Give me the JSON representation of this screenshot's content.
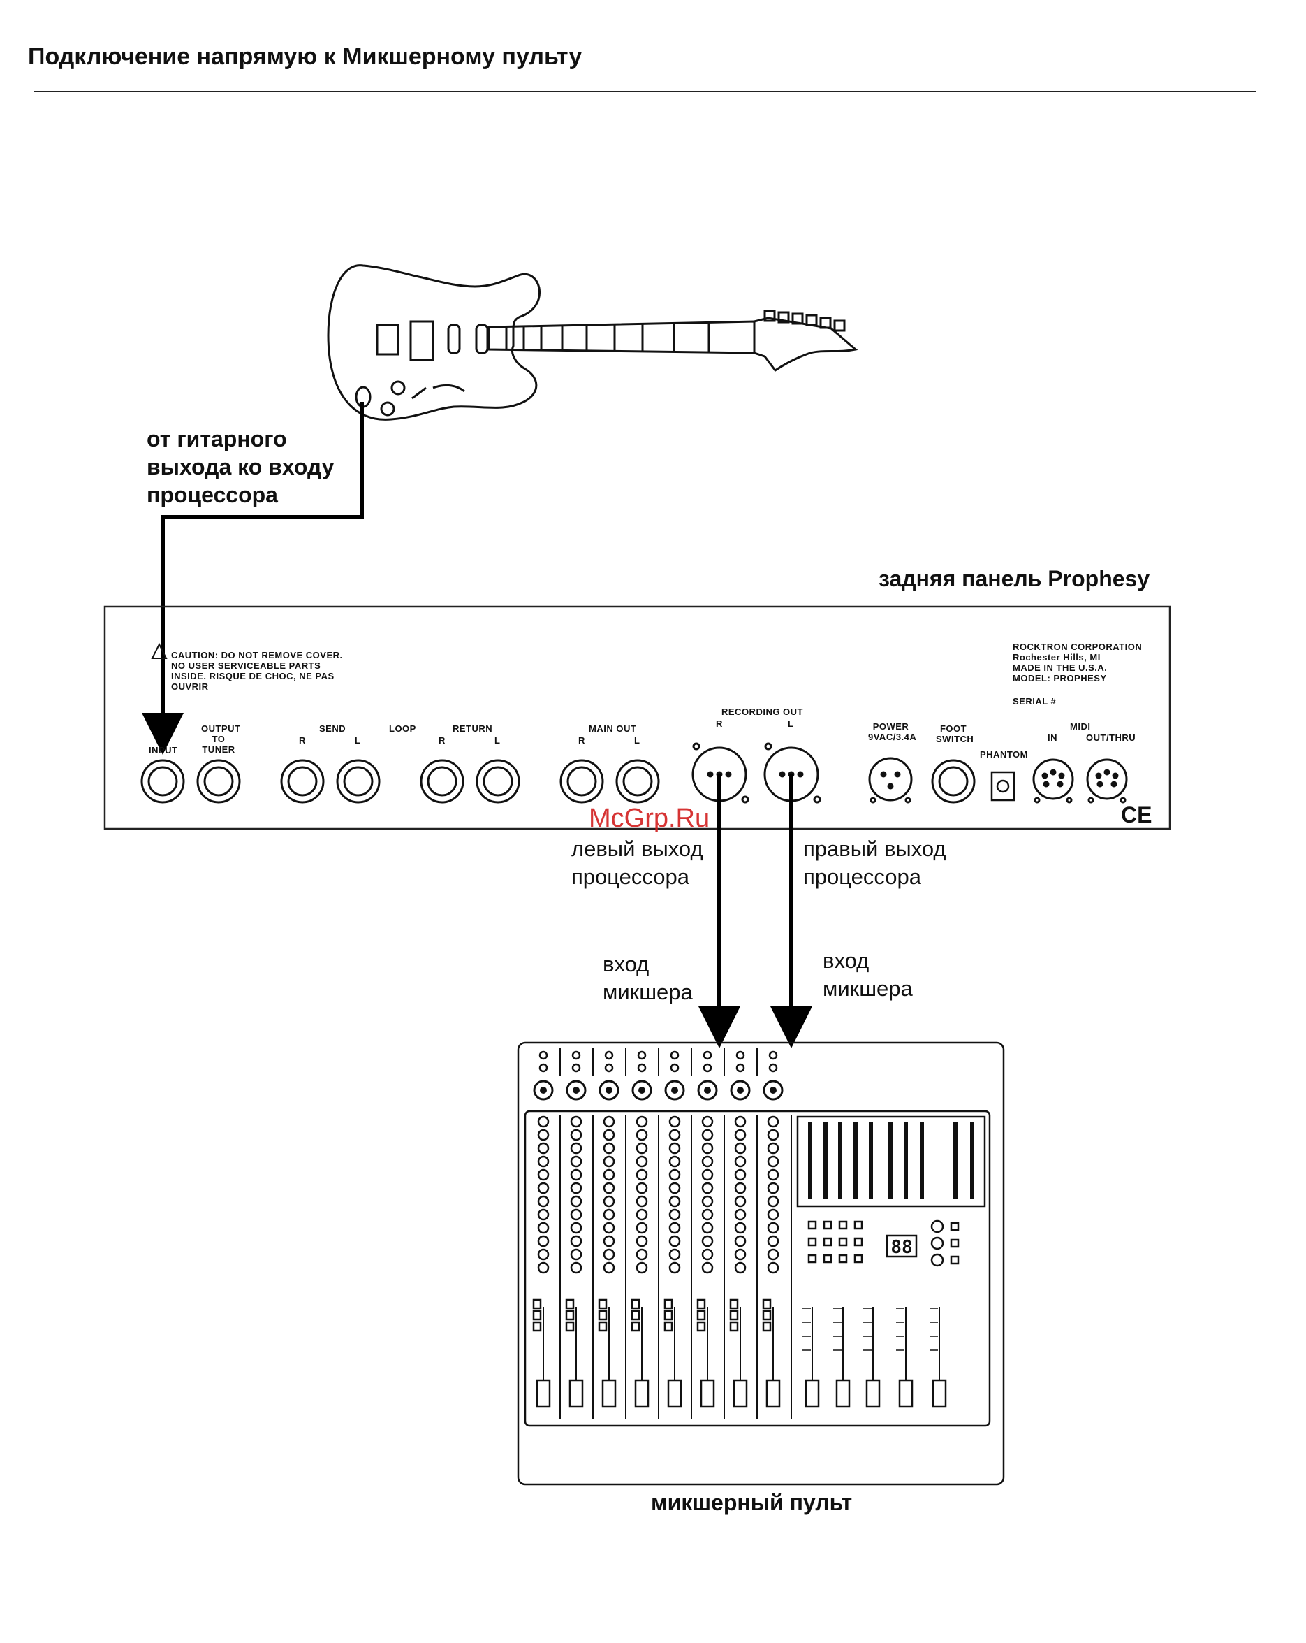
{
  "title": "Подключение напрямую к Микшерному пульту",
  "guitar_label": "от гитарного\nвыхода ко входу\nпроцессора",
  "panel_label": "задняя панель Prophesy",
  "panel": {
    "caution": "CAUTION: DO NOT REMOVE COVER.\nNO USER SERVICEABLE PARTS\nINSIDE. RISQUE DE CHOC, NE PAS\nOUVRIR",
    "maker": "ROCKTRON CORPORATION\nRochester Hills, MI\nMADE IN THE U.S.A.\nMODEL: PROPHESY",
    "serial": "SERIAL #",
    "input": "INPUT",
    "output_to_tuner": "OUTPUT\nTO\nTUNER",
    "send": "SEND",
    "loop": "LOOP",
    "return": "RETURN",
    "main_out": "MAIN OUT",
    "recording_out": "RECORDING OUT",
    "r": "R",
    "l": "L",
    "power": "POWER\n9VAC/3.4A",
    "foot_switch": "FOOT\nSWITCH",
    "phantom": "PHANTOM",
    "midi": "MIDI",
    "midi_in": "IN",
    "midi_out": "OUT/THRU",
    "ce": "CE"
  },
  "left_out_label": "левый выход\nпроцессора",
  "right_out_label": "правый выход\nпроцессора",
  "mixer_in_left": "вход\nмикшера",
  "mixer_in_right": "вход\nмикшера",
  "mixer_label": "микшерный пульт",
  "mixer_display": "88",
  "watermark": "McGrp.Ru"
}
